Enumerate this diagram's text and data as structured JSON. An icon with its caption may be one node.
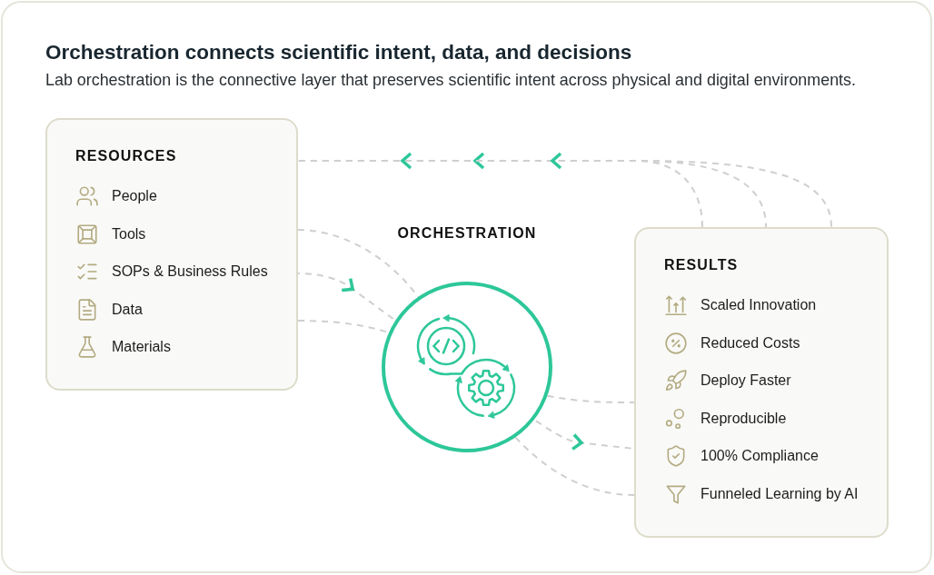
{
  "diagram": {
    "title": "Orchestration connects scientific intent, data, and decisions",
    "nodes": [
      {
        "text": [
          "RESOURCES",
          "People",
          "Tools",
          "SOPs & Business Rules",
          "Data",
          "Materials"
        ]
      },
      {
        "text": [
          "ORCHESTRATION"
        ]
      },
      {
        "text": [
          "RESULTS",
          "Scaled Innovation",
          "Reduced Costs",
          "Deploy Faster",
          "Reproducible",
          "100% Compliance",
          "Funneled Learning by AI"
        ]
      }
    ],
    "edges": [
      {
        "from": 0,
        "to": 1,
        "arrow": "none",
        "style": "dashed"
      },
      {
        "from": 0,
        "to": 1,
        "arrow": "to",
        "style": "dashed"
      },
      {
        "from": 0,
        "to": 1,
        "arrow": "none",
        "style": "dashed"
      },
      {
        "from": 1,
        "to": 2,
        "arrow": "none",
        "style": "dashed"
      },
      {
        "from": 1,
        "to": 2,
        "arrow": "to",
        "style": "dashed"
      },
      {
        "from": 1,
        "to": 2,
        "arrow": "none",
        "style": "dashed"
      },
      {
        "from": 2,
        "to": 0,
        "arrow": "to",
        "style": "dashed"
      },
      {
        "from": 2,
        "to": 0,
        "arrow": "to",
        "style": "dashed"
      },
      {
        "from": 2,
        "to": 0,
        "arrow": "to",
        "style": "dashed"
      }
    ],
    "labels": [
      "Lab orchestration is the connective layer that preserves scientific intent across physical and digital environments."
    ]
  }
}
